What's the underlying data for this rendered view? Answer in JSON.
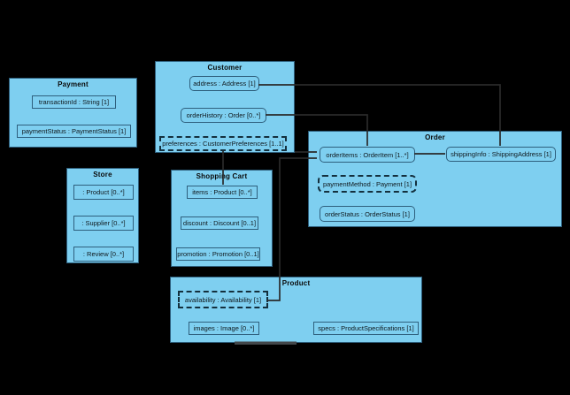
{
  "diagram": {
    "background_color": "#000000",
    "box_fill_color": "#7ecff0",
    "box_border_color": "#2e5f7d",
    "connector_color": "#2a2a2a",
    "classes": [
      {
        "id": "payment",
        "title": "Payment",
        "attributes": [
          {
            "label": "transactionId : String [1]"
          },
          {
            "label": "paymentStatus : PaymentStatus [1]"
          }
        ]
      },
      {
        "id": "customer",
        "title": "Customer",
        "attributes": [
          {
            "label": "address : Address [1]"
          },
          {
            "label": "orderHistory : Order [0..*]"
          },
          {
            "label": "preferences : CustomerPreferences [1..1]"
          }
        ]
      },
      {
        "id": "order",
        "title": "Order",
        "attributes": [
          {
            "label": "orderItems : OrderItem [1..*]"
          },
          {
            "label": "shippingInfo : ShippingAddress [1]"
          },
          {
            "label": "paymentMethod : Payment [1]"
          },
          {
            "label": "orderStatus : OrderStatus [1]"
          }
        ]
      },
      {
        "id": "store",
        "title": "Store",
        "attributes": [
          {
            "label": ": Product [0..*]"
          },
          {
            "label": ": Supplier [0..*]"
          },
          {
            "label": ": Review [0..*]"
          }
        ]
      },
      {
        "id": "shopping-cart",
        "title": "Shopping Cart",
        "attributes": [
          {
            "label": "items : Product [0..*]"
          },
          {
            "label": "discount : Discount [0..1]"
          },
          {
            "label": "promotion : Promotion [0..1]"
          }
        ]
      },
      {
        "id": "product",
        "title": "Product",
        "attributes": [
          {
            "label": "availability : Availability [1]"
          },
          {
            "label": "images : Image [0..*]"
          },
          {
            "label": "specs : ProductSpecifications [1]"
          }
        ]
      }
    ],
    "connectors": [
      {
        "from": "Customer.address",
        "to": "Order.shippingInfo"
      },
      {
        "from": "Customer.orderHistory",
        "to": "Order.orderItems"
      },
      {
        "from": "Customer",
        "to": "ShoppingCart.items"
      },
      {
        "from": "Customer.preferences",
        "to": "Order.orderItems"
      },
      {
        "from": "Order.orderItems",
        "to": "Order.shippingInfo"
      },
      {
        "from": "Order.orderItems",
        "to": "Product.availability"
      }
    ]
  }
}
